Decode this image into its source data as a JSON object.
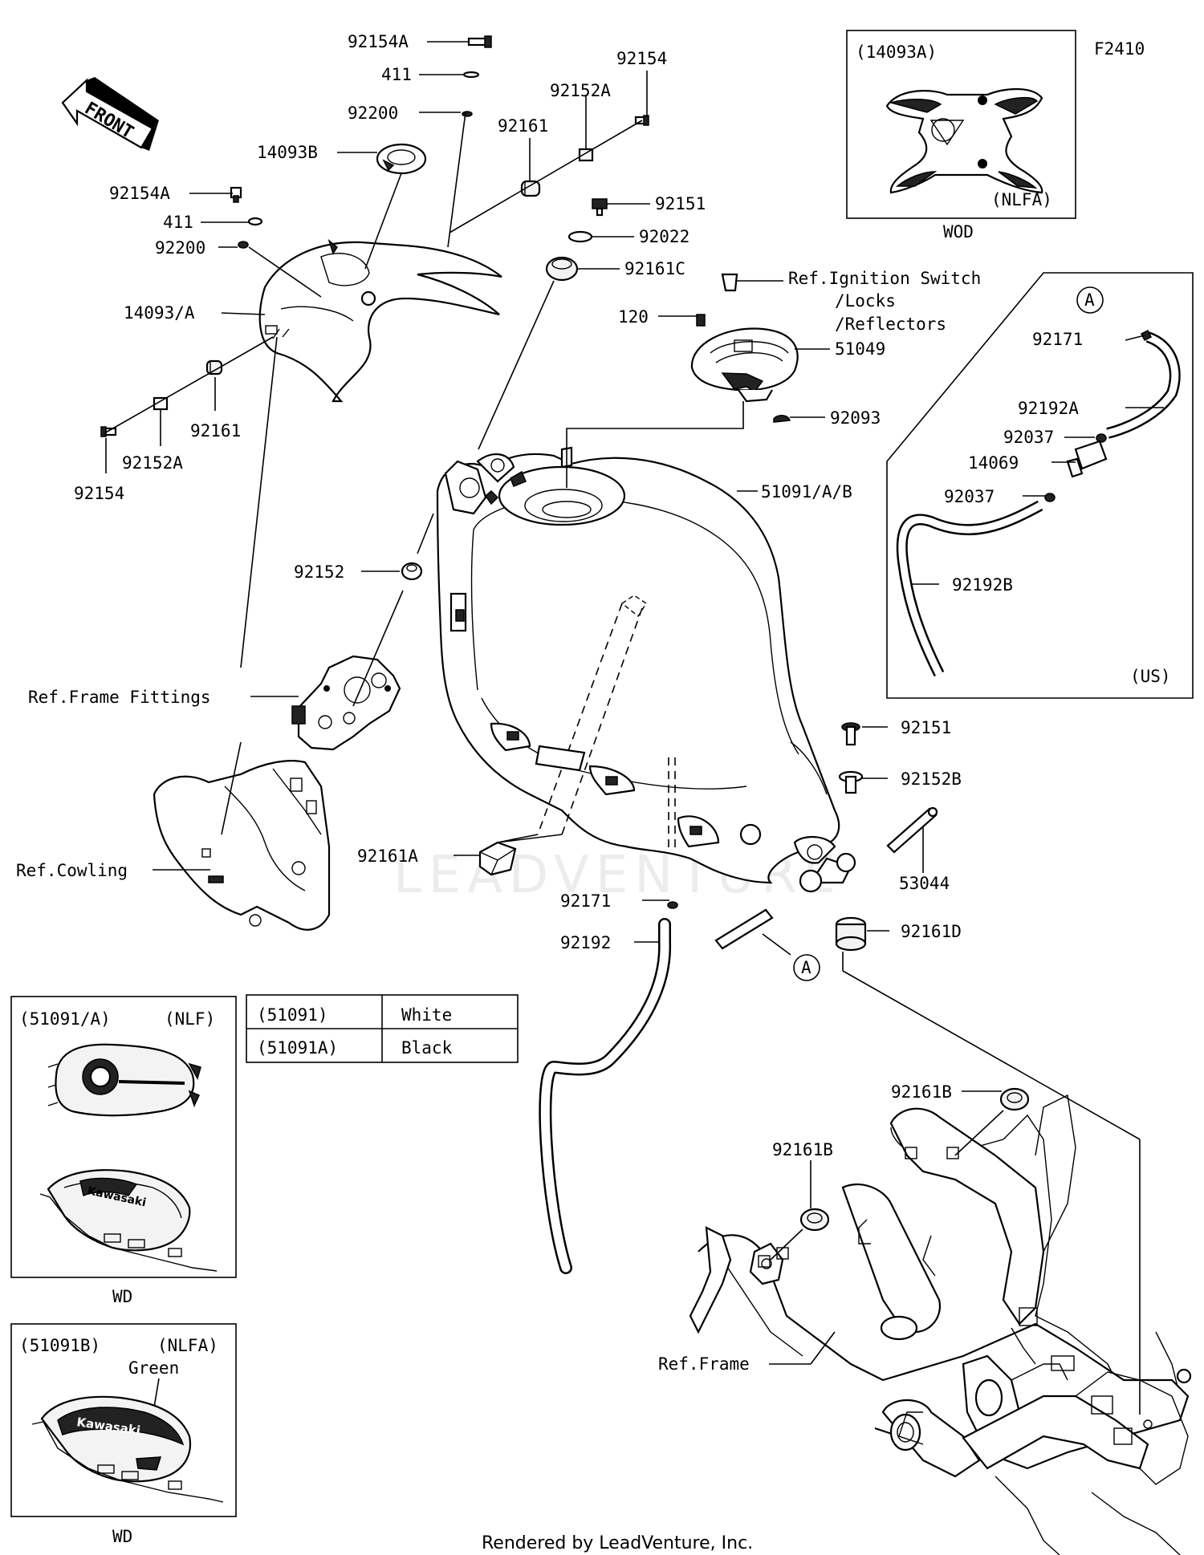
{
  "diagram_code": "F2410",
  "front_arrow": "FRONT",
  "callouts": {
    "p92154A_top": "92154A",
    "p411_top": "411",
    "p92200_top": "92200",
    "p14093B": "14093B",
    "p92154A_left": "92154A",
    "p411_left": "411",
    "p92200_left": "92200",
    "p14093A": "14093/A",
    "p92161_left": "92161",
    "p92152A_left": "92152A",
    "p92154_left": "92154",
    "p92161_top": "92161",
    "p92152A_top": "92152A",
    "p92154_top": "92154",
    "p92151_top": "92151",
    "p92022": "92022",
    "p92161C": "92161C",
    "p120": "120",
    "p51049": "51049",
    "p92093": "92093",
    "p51091AB": "51091/A/B",
    "p92152": "92152",
    "p92151_right": "92151",
    "p92152B": "92152B",
    "p53044": "53044",
    "p92161D": "92161D",
    "p92161A": "92161A",
    "p92171_main": "92171",
    "p92192": "92192",
    "p92161B_right": "92161B",
    "p92161B_left": "92161B",
    "mark_A_main": "A"
  },
  "references": {
    "ignition_line1": "Ref.Ignition Switch",
    "ignition_line2": "/Locks",
    "ignition_line3": "/Reflectors",
    "frame_fittings": "Ref.Frame Fittings",
    "cowling": "Ref.Cowling",
    "frame": "Ref.Frame"
  },
  "inset_wod": {
    "part": "(14093A)",
    "variant": "(NLFA)",
    "caption": "WOD"
  },
  "inset_us": {
    "mark": "A",
    "variant": "(US)",
    "parts": {
      "p92171": "92171",
      "p92192A": "92192A",
      "p92037_a": "92037",
      "p14069": "14069",
      "p92037_b": "92037",
      "p92192B": "92192B"
    }
  },
  "inset_nlf": {
    "part": "(51091/A)",
    "variant": "(NLF)",
    "caption": "WD",
    "logo": "Kawasaki"
  },
  "inset_nlfa": {
    "part": "(51091B)",
    "variant": "(NLFA)",
    "color_note": "Green",
    "caption": "WD",
    "logo": "Kawasaki"
  },
  "color_table": {
    "rows": [
      {
        "part": "(51091)",
        "color": "White"
      },
      {
        "part": "(51091A)",
        "color": "Black"
      }
    ]
  },
  "watermark": "LEADVENTURE",
  "footer": "Rendered by LeadVenture, Inc."
}
